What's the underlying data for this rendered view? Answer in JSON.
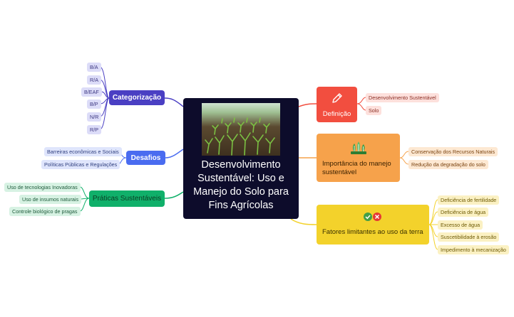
{
  "central": {
    "title": "Desenvolvimento Sustentável: Uso e Manejo do Solo para Fins Agrícolas",
    "image": "sprouting-crops-photo"
  },
  "colors": {
    "central_bg": "#0d0c2b",
    "categorizacao": "#4a3fc3",
    "desafios": "#4a6cf0",
    "praticas": "#10b06a",
    "definicao": "#f24e3f",
    "importancia": "#f6a24b",
    "fatores": "#f3d22b"
  },
  "branches": {
    "categorizacao": {
      "label": "Categorização",
      "items": [
        "B/A",
        "R/A",
        "B/EAF",
        "B/P",
        "N/R",
        "R/P"
      ]
    },
    "desafios": {
      "label": "Desafios",
      "items": [
        "Barreiras econômicas e Sociais",
        "Políticas Públicas e Regulações"
      ]
    },
    "praticas": {
      "label": "Práticas Sustentáveis",
      "items": [
        "Uso de tecnologias Inovadoras",
        "Uso de insumos naturais",
        "Controle biológico de pragas"
      ]
    },
    "definicao": {
      "label": "Definição",
      "icon": "pencil-icon",
      "items": [
        "Desenvolvimento Sustentável",
        "Solo"
      ]
    },
    "importancia": {
      "label": "Importância do manejo sustentável",
      "icon": "plants-icon",
      "items": [
        "Conservação dos Recursos Naturais",
        "Redução da degradação do solo"
      ]
    },
    "fatores": {
      "label": "Fatores limitantes ao uso da terra",
      "icon": "check-cross-icon",
      "items": [
        "Deficiência de fertilidade",
        "Deficiência de água",
        "Excesso de água",
        "Suscetibilidade à erosão",
        "Impedimento à mecanização"
      ]
    }
  }
}
